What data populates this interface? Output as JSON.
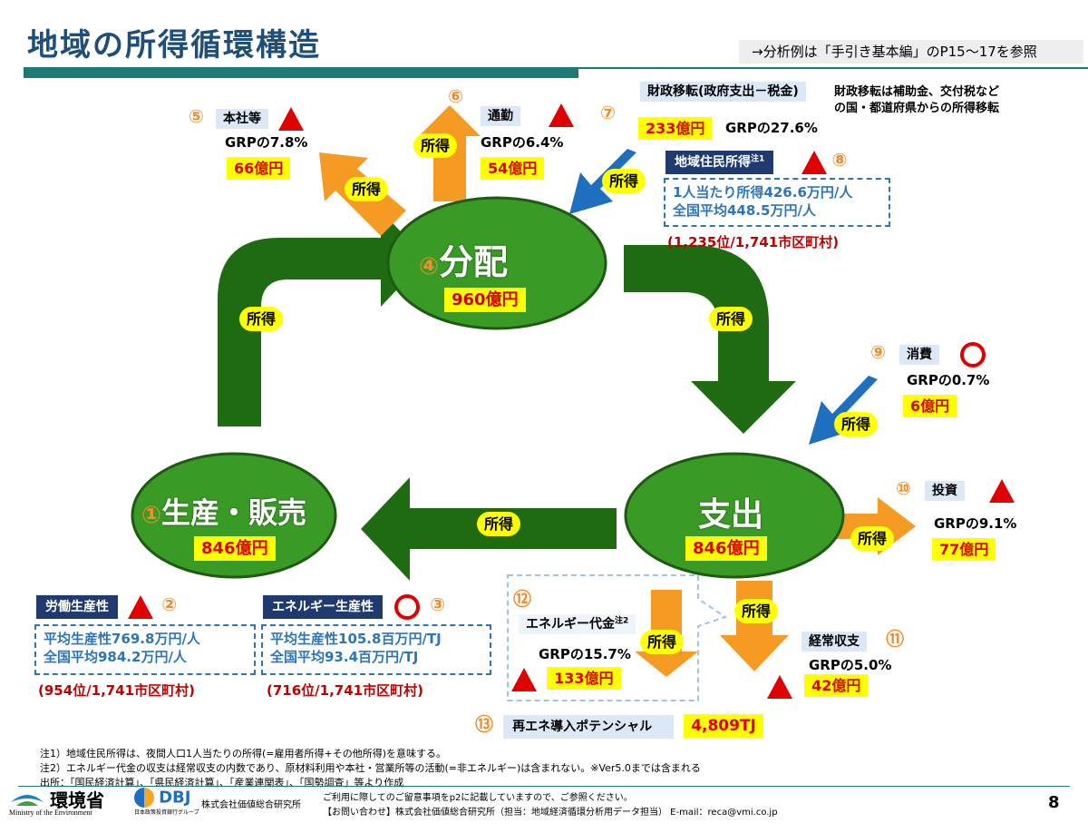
{
  "title": "地域の所得循環構造",
  "ref_note": "→分析例は「手引き基本編」のP15～17を参照",
  "flow_label": "所得",
  "nodes": {
    "distribution": {
      "num": "④",
      "name": "分配",
      "value": "960億円"
    },
    "production": {
      "num": "①",
      "name": "生産・販売",
      "value": "846億円"
    },
    "expenditure": {
      "name": "支出",
      "value": "846億円"
    }
  },
  "items": {
    "head_office": {
      "num": "⑤",
      "label": "本社等",
      "pct": "GRPの7.8%",
      "value": "66億円",
      "mark": "triangle"
    },
    "commute": {
      "num": "⑥",
      "label": "通勤",
      "pct": "GRPの6.4%",
      "value": "54億円",
      "mark": "triangle"
    },
    "fiscal": {
      "num": "⑦",
      "label": "財政移転(政府支出－税金)",
      "value": "233億円",
      "pct": "GRPの27.6%",
      "desc1": "財政移転は補助金、交付税など",
      "desc2": "の国・都道府県からの所得移転"
    },
    "resident_income": {
      "num": "⑧",
      "label": "地域住民所得",
      "sup": "注1",
      "line1": "1人当たり所得426.6万円/人",
      "line2": "全国平均448.5万円/人",
      "rank": "(1,235位/1,741市区町村)",
      "mark": "triangle"
    },
    "consumption": {
      "num": "⑨",
      "label": "消費",
      "pct": "GRPの0.7%",
      "value": "6億円",
      "mark": "circle"
    },
    "investment": {
      "num": "⑩",
      "label": "投資",
      "pct": "GRPの9.1%",
      "value": "77億円",
      "mark": "triangle"
    },
    "current_account": {
      "num": "⑪",
      "label": "経常収支",
      "pct": "GRPの5.0%",
      "value": "42億円",
      "mark": "triangle"
    },
    "energy_cost": {
      "num": "⑫",
      "label": "エネルギー代金",
      "sup": "注2",
      "pct": "GRPの15.7%",
      "value": "133億円",
      "mark": "triangle"
    },
    "renewable": {
      "num": "⑬",
      "label": "再エネ導入ポテンシャル",
      "value": "4,809TJ"
    },
    "labor_productivity": {
      "num": "②",
      "label": "労働生産性",
      "line1": "平均生産性769.8万円/人",
      "line2": "全国平均984.2万円/人",
      "rank": "(954位/1,741市区町村)",
      "mark": "triangle"
    },
    "energy_productivity": {
      "num": "③",
      "label": "エネルギー生産性",
      "line1": "平均生産性105.8百万円/TJ",
      "line2": "全国平均93.4百万円/TJ",
      "rank": "(716位/1,741市区町村)",
      "mark": "circle"
    }
  },
  "notes": {
    "n1": "注1）地域住民所得は、夜間人口1人当たりの所得(=雇用者所得+その他所得)を意味する。",
    "n2": "注2）エネルギー代金の収支は経常収支の内数であり、原材料利用や本社・営業所等の活動(=非エネルギー)は含まれない。※Ver5.0までは含まれる",
    "source": "出所：「国民経済計算」、「県民経済計算」、「産業連関表」、「国勢調査」等より作成"
  },
  "footer": {
    "ministry": "環境省",
    "ministry_en": "Ministry of the Environment",
    "dbj": "DBJ",
    "dbj_sub": "日本政策投資銀行グループ",
    "company": "株式会社価値総合研究所",
    "notice1": "ご利用に際してのご留意事項をp2に記載していますので、ご参照ください。",
    "notice2": "【お問い合わせ】株式会社価値総合研究所（担当：地域経済循環分析用データ担当） E-mail：reca@vmi.co.jp",
    "page": "8"
  },
  "colors": {
    "green": "#2e7d1e",
    "ellipse": "#3a9a26",
    "orange": "#f59a23",
    "blue": "#1f6fc1",
    "red": "#e00000",
    "yellow": "#ffff00"
  }
}
